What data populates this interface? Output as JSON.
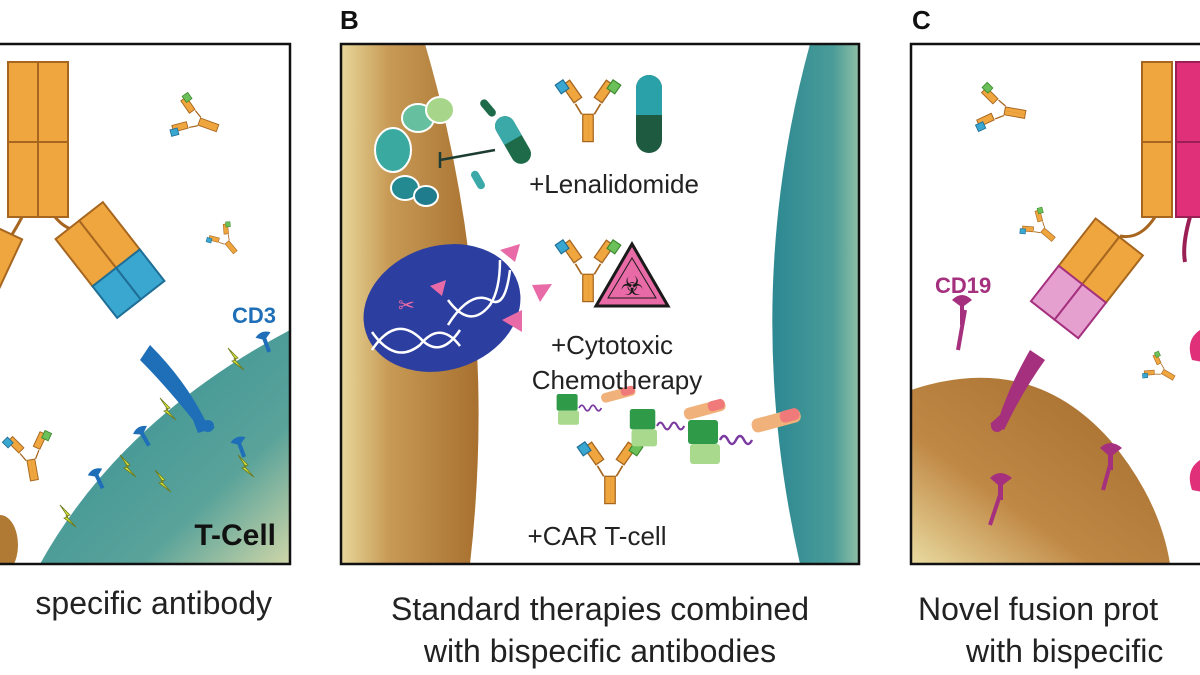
{
  "panels": {
    "a": {
      "caption": "specific antibody",
      "cd3_label": "CD3",
      "cell_label": "T-Cell"
    },
    "b": {
      "letter": "B",
      "caption_line1": "Standard therapies combined",
      "caption_line2": "with bispecific antibodies",
      "lenalidomide_label": "+Lenalidomide",
      "cytotoxic_line1": "+Cytotoxic",
      "cytotoxic_line2": "Chemotherapy",
      "car_label": "+CAR T-cell"
    },
    "c": {
      "letter": "C",
      "caption_line1": "Novel fusion prot",
      "caption_line2": "with bispecific",
      "cd19_label": "CD19"
    }
  },
  "colors": {
    "heavy_chain": "#efa63f",
    "chain_outline": "#b06a1e",
    "cd3_blue": "#1f6fb8",
    "teal_cell": "#3c8f94",
    "tumor_brown": "#b07a35",
    "cd19_magenta": "#a5307e",
    "hazard_pink": "#e86aa6",
    "dna_blue": "#2a3fa0",
    "lightning": "#d8e83a"
  }
}
